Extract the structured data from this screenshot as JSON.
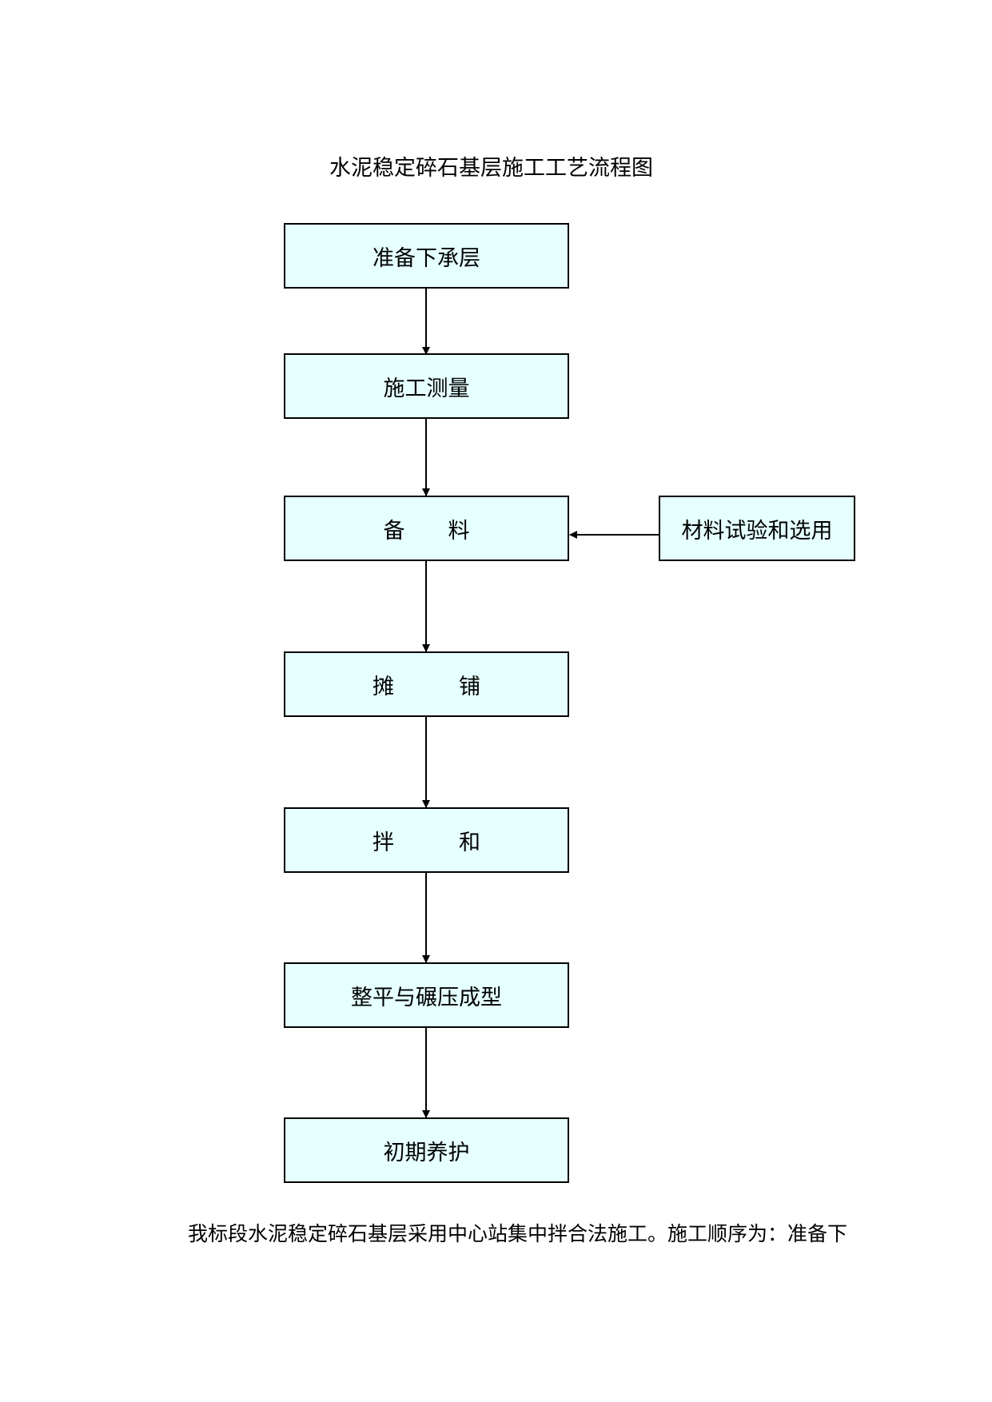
{
  "page": {
    "title": "水泥稳定碎石基层施工工艺流程图"
  },
  "steps": [
    {
      "label": "准备下承层"
    },
    {
      "label": "施工测量"
    },
    {
      "label": "备　　料"
    },
    {
      "label": "摊　　　铺"
    },
    {
      "label": "拌　　　和"
    },
    {
      "label": "整平与碾压成型"
    },
    {
      "label": "初期养护"
    }
  ],
  "side_input": {
    "label": "材料试验和选用",
    "feeds_step": "备　　料"
  },
  "paragraph": {
    "text": "我标段水泥稳定碎石基层采用中心站集中拌合法施工。施工顺序为：准备下"
  },
  "colors": {
    "box_fill": "#e6ffff",
    "stroke": "#000000"
  }
}
